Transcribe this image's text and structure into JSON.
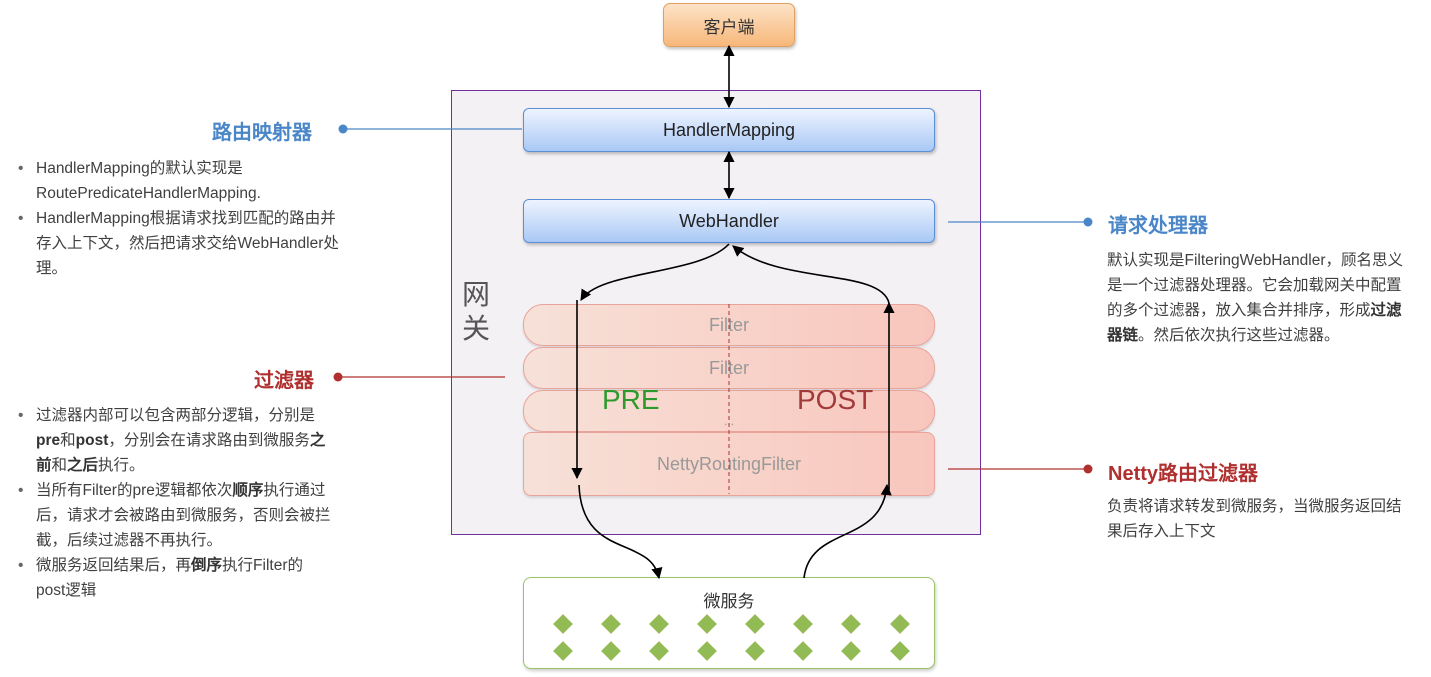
{
  "client": {
    "label": "客户端"
  },
  "gateway": {
    "label": "网关"
  },
  "handler_mapping": {
    "label": "HandlerMapping"
  },
  "web_handler": {
    "label": "WebHandler"
  },
  "filters": {
    "items": [
      "Filter",
      "Filter",
      "...",
      "NettyRoutingFilter"
    ],
    "pre_label": "PRE",
    "post_label": "POST"
  },
  "microservice": {
    "label": "微服务"
  },
  "route_mapper": {
    "title": "路由映射器",
    "bullets": [
      "HandlerMapping的默认实现是RoutePredicateHandlerMapping.",
      "HandlerMapping根据请求找到匹配的路由并存入上下文，然后把请求交给WebHandler处理。"
    ]
  },
  "request_handler": {
    "title": "请求处理器",
    "desc_parts": [
      "默认实现是FilteringWebHandler，顾名思义是一个过滤器处理器。它会加载网关中配置的多个过滤器，放入集合并排序，形成",
      "过滤器链",
      "。然后依次执行这些过滤器。"
    ]
  },
  "filter_section": {
    "title": "过滤器",
    "b1_parts": [
      "过滤器内部可以包含两部分逻辑，分别是",
      "pre",
      "和",
      "post",
      "，分别会在请求路由到微服务",
      "之前",
      "和",
      "之后",
      "执行。"
    ],
    "b2_parts": [
      "当所有Filter的pre逻辑都依次",
      "顺序",
      "执行通过后，请求才会被路由到微服务，否则会被拦截，后续过滤器不再执行。"
    ],
    "b3_parts": [
      "微服务返回结果后，再",
      "倒序",
      "执行Filter的post逻辑"
    ]
  },
  "netty_filter": {
    "title": "Netty路由过滤器",
    "desc": "负责将请求转发到微服务，当微服务返回结果后存入上下文"
  },
  "colors": {
    "blue_accent": "#4a86c8",
    "red_accent": "#b0302f",
    "gateway_border": "#7030a0",
    "pre_green": "#2e9a2e",
    "post_red": "#a33a3a",
    "diamond_green": "#93bb55"
  }
}
